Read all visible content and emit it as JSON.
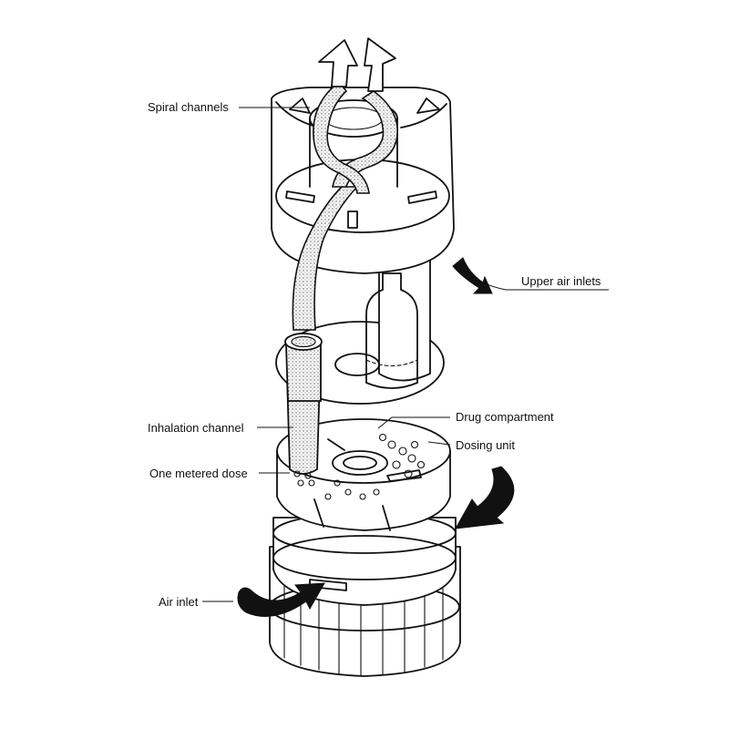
{
  "labels": {
    "spiral_channels": "Spiral channels",
    "upper_air_inlets": "Upper air inlets",
    "drug_compartment": "Drug compartment",
    "dosing_unit": "Dosing unit",
    "inhalation_channel": "Inhalation channel",
    "one_metered_dose": "One metered dose",
    "air_inlet": "Air inlet"
  },
  "colors": {
    "line": "#111111",
    "background": "#ffffff",
    "stipple": "#555555"
  }
}
